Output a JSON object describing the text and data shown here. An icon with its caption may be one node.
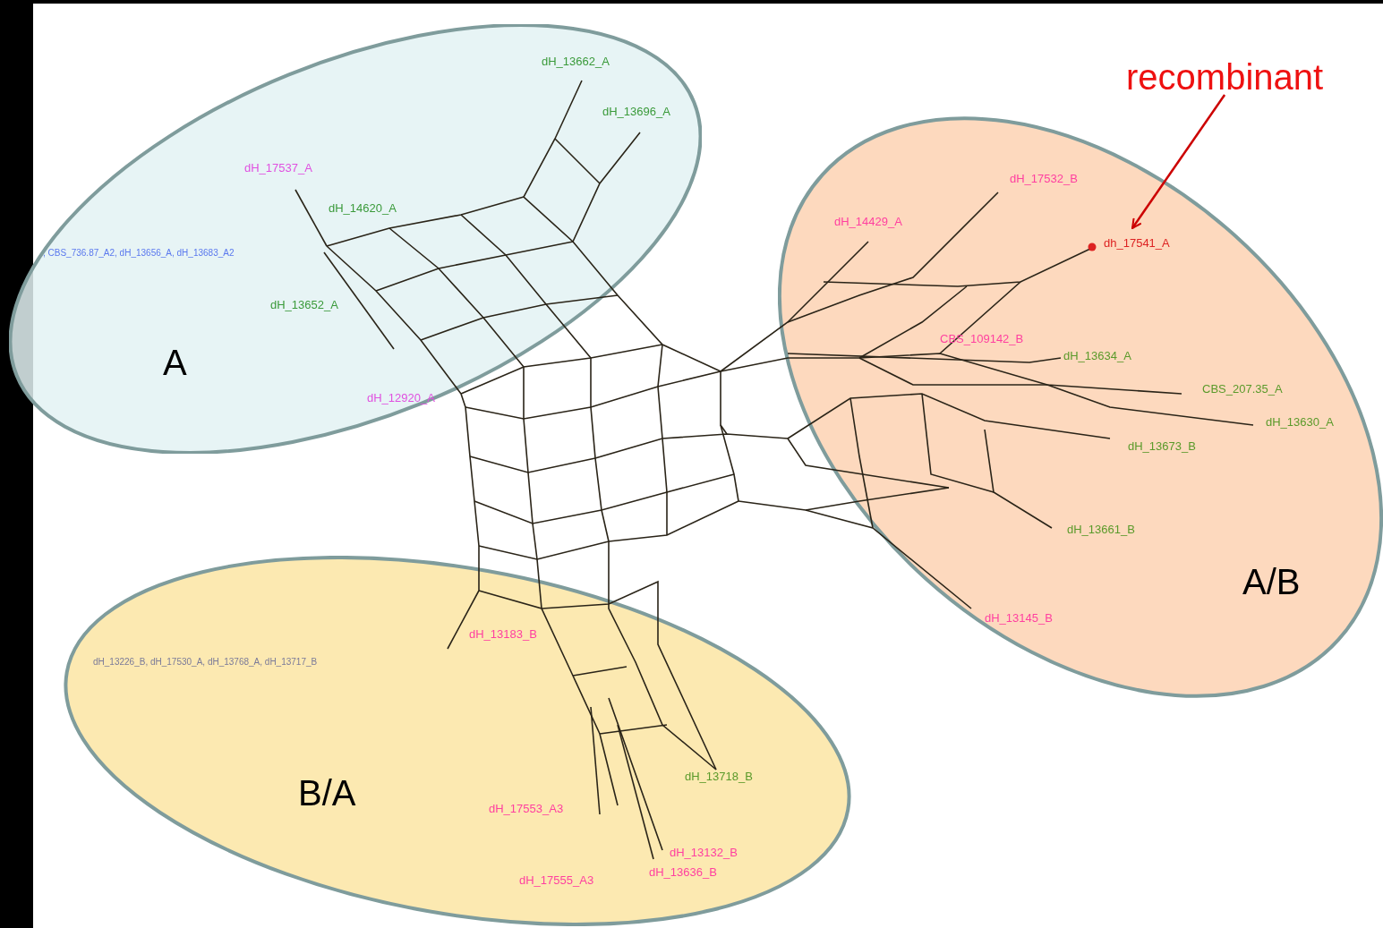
{
  "diagram": {
    "nodes": [
      {
        "text": [
          "A"
        ]
      },
      {
        "text": [
          "dH_13662_A"
        ],
        "in": 0
      },
      {
        "text": [
          "dH_13696_A"
        ],
        "in": 0
      },
      {
        "text": [
          "dH_17537_A"
        ],
        "in": 0
      },
      {
        "text": [
          "dH_14620_A"
        ],
        "in": 0
      },
      {
        "text": [
          ", CBS_736.87_A2, dH_13656_A, dH_13683_A2"
        ],
        "in": 0
      },
      {
        "text": [
          "dH_13652_A"
        ],
        "in": 0
      },
      {
        "text": [
          "dH_12920_A"
        ],
        "in": 0
      },
      {
        "text": [
          "recombinant"
        ]
      },
      {
        "text": [
          "A/B"
        ]
      },
      {
        "text": [
          "dH_17532_B"
        ],
        "in": 9
      },
      {
        "text": [
          "dH_14429_A"
        ],
        "in": 9
      },
      {
        "text": [
          "dh_17541_A"
        ],
        "in": 9
      },
      {
        "text": [
          "CBS_109142_B"
        ],
        "in": 9
      },
      {
        "text": [
          "dH_13634_A"
        ],
        "in": 9
      },
      {
        "text": [
          "CBS_207.35_A"
        ],
        "in": 9
      },
      {
        "text": [
          "dH_13630_A"
        ],
        "in": 9
      },
      {
        "text": [
          "dH_13673_B"
        ],
        "in": 9
      },
      {
        "text": [
          "dH_13661_B"
        ],
        "in": 9
      },
      {
        "text": [
          "dH_13145_B"
        ],
        "in": 9
      },
      {
        "text": [
          "B/A"
        ]
      },
      {
        "text": [
          "dH_13183_B"
        ],
        "in": 20
      },
      {
        "text": [
          "dH_13226_B, dH_17530_A, dH_13768_A, dH_13717_B"
        ],
        "in": 20
      },
      {
        "text": [
          "dH_13718_B"
        ],
        "in": 20
      },
      {
        "text": [
          "dH_17553_A3"
        ],
        "in": 20
      },
      {
        "text": [
          "dH_13132_B"
        ],
        "in": 20
      },
      {
        "text": [
          "dH_17555_A3"
        ],
        "in": 20
      },
      {
        "text": [
          "dH_13636_B"
        ],
        "in": 20
      }
    ],
    "edges": [
      {
        "from": 8,
        "to": 12,
        "arrow": "to",
        "color": "#cc0000"
      }
    ]
  }
}
